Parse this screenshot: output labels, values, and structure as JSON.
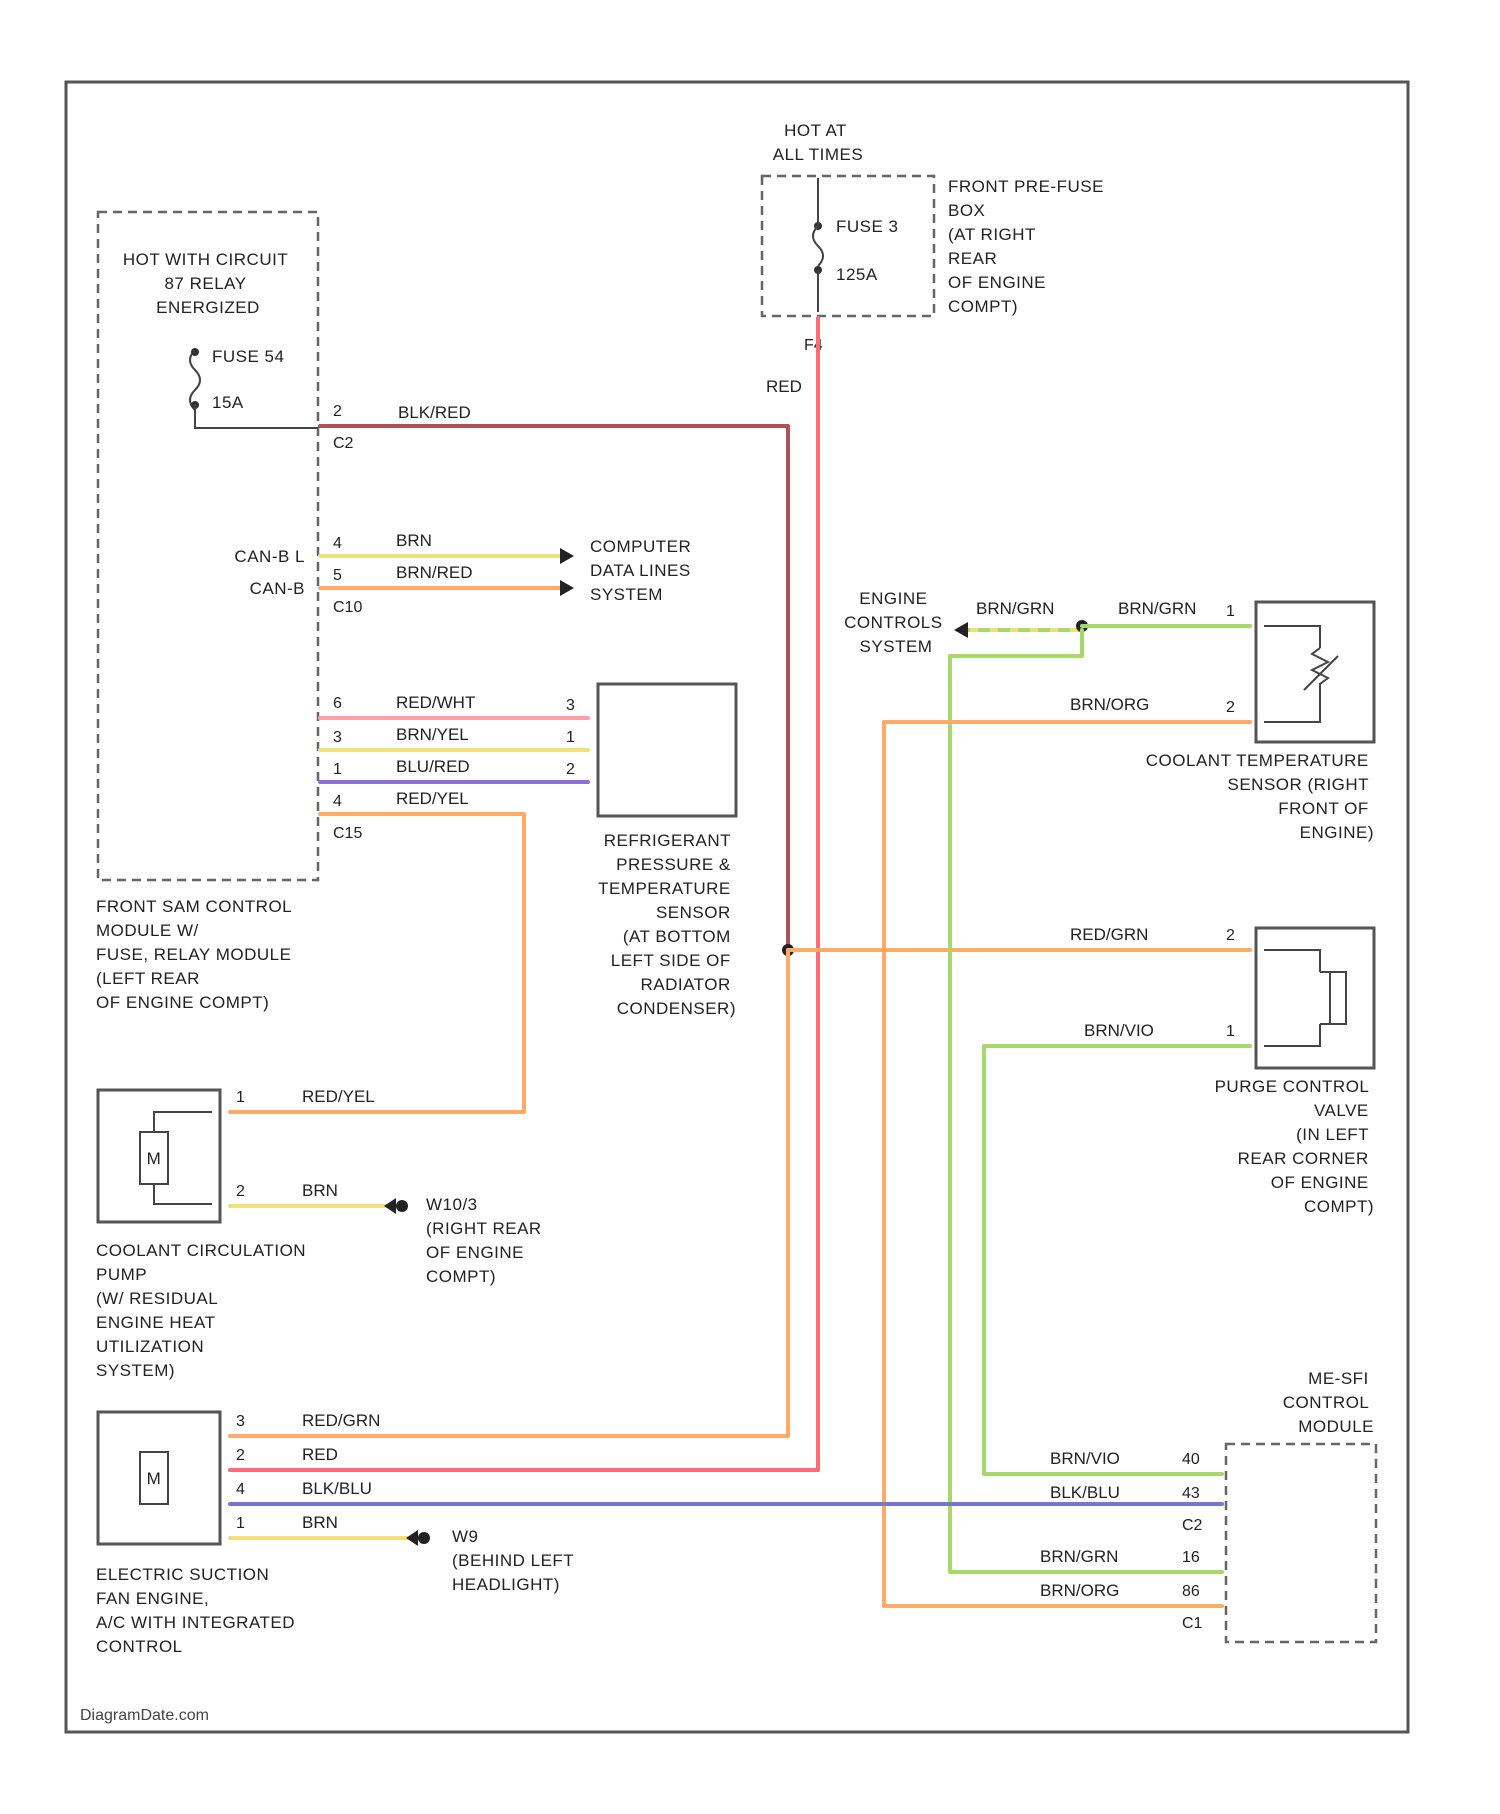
{
  "colors": {
    "red": "#ff6b78",
    "red_wide": "#ff7e88",
    "blk_red": "#b0505a",
    "orange": "#ffaa66",
    "yellow": "#f3df7a",
    "purple": "#8a70d8",
    "blue": "#7478d0",
    "green": "#a6d86a",
    "pink": "#ffa0a8",
    "frame": "#555555"
  },
  "components": {
    "front_sam": [
      "HOT WITH CIRCUIT",
      "87 RELAY",
      "ENERGIZED"
    ],
    "front_sam_fuse": [
      "FUSE 54",
      "15A"
    ],
    "front_sam_caption": [
      "FRONT SAM CONTROL",
      "MODULE W/",
      "FUSE, RELAY MODULE",
      "(LEFT REAR",
      "OF ENGINE COMPT)"
    ],
    "hot_at_all": [
      "HOT AT",
      "ALL TIMES"
    ],
    "prefuse_fuse": [
      "FUSE 3",
      "125A"
    ],
    "prefuse_caption": [
      "FRONT PRE-FUSE",
      "BOX",
      "(AT RIGHT",
      "REAR",
      "OF ENGINE",
      "COMPT)"
    ],
    "computer_data": [
      "COMPUTER",
      "DATA LINES",
      "SYSTEM"
    ],
    "refrigerant_sensor": [
      "REFRIGERANT",
      "PRESSURE &",
      "TEMPERATURE",
      "SENSOR",
      "(AT BOTTOM",
      "LEFT SIDE OF",
      "RADIATOR",
      "CONDENSER)"
    ],
    "engine_controls": [
      "ENGINE",
      "CONTROLS",
      "SYSTEM"
    ],
    "coolant_temp_sensor": [
      "COOLANT TEMPERATURE",
      "SENSOR (RIGHT",
      "FRONT OF",
      "ENGINE)"
    ],
    "purge_valve": [
      "PURGE CONTROL",
      "VALVE",
      "(IN LEFT",
      "REAR CORNER",
      "OF ENGINE",
      "COMPT)"
    ],
    "me_sfi": [
      "ME-SFI",
      "CONTROL",
      "MODULE"
    ],
    "coolant_pump": [
      "COOLANT CIRCULATION",
      "PUMP",
      "(W/ RESIDUAL",
      "ENGINE HEAT",
      "UTILIZATION",
      "SYSTEM)"
    ],
    "w10": [
      "W10/3",
      "(RIGHT REAR",
      "OF ENGINE",
      "COMPT)"
    ],
    "fan": [
      "ELECTRIC SUCTION",
      "FAN ENGINE,",
      "A/C WITH INTEGRATED",
      "CONTROL"
    ],
    "w9": [
      "W9",
      "(BEHIND LEFT",
      "HEADLIGHT)"
    ],
    "motor_symbol": "M"
  },
  "signals": {
    "can_bl": "CAN-B L",
    "can_b": "CAN-B"
  },
  "wires": {
    "blk_red": "BLK/RED",
    "brn": "BRN",
    "brn_red": "BRN/RED",
    "red_wht": "RED/WHT",
    "brn_yel": "BRN/YEL",
    "blu_red": "BLU/RED",
    "red_yel": "RED/YEL",
    "red": "RED",
    "brn_grn": "BRN/GRN",
    "brn_org": "BRN/ORG",
    "red_grn": "RED/GRN",
    "brn_vio": "BRN/VIO",
    "blk_blu": "BLK/BLU"
  },
  "pins": {
    "p1": "1",
    "p2": "2",
    "p3": "3",
    "p4": "4",
    "p5": "5",
    "p6": "6",
    "p16": "16",
    "p40": "40",
    "p43": "43",
    "p86": "86",
    "c2": "C2",
    "c1": "C1",
    "c10": "C10",
    "c15": "C15",
    "f4": "F4"
  },
  "footer": "DiagramDate.com"
}
